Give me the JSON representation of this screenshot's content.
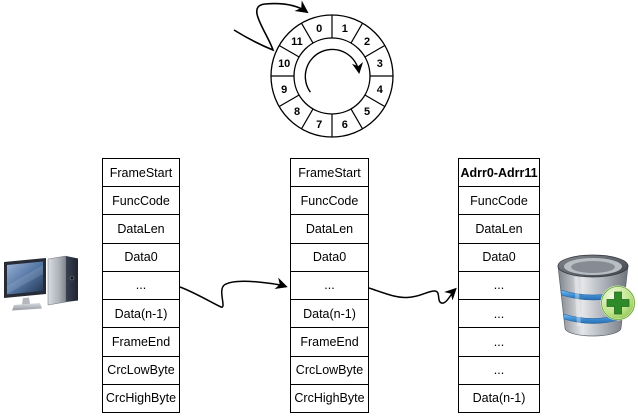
{
  "ring_buffer": {
    "segments": [
      "0",
      "1",
      "2",
      "3",
      "4",
      "5",
      "6",
      "7",
      "8",
      "9",
      "10",
      "11"
    ]
  },
  "frames": [
    {
      "rows": [
        "FrameStart",
        "FuncCode",
        "DataLen",
        "Data0",
        "...",
        "Data(n-1)",
        "FrameEnd",
        "CrcLowByte",
        "CrcHighByte"
      ]
    },
    {
      "rows": [
        "FrameStart",
        "FuncCode",
        "DataLen",
        "Data0",
        "...",
        "Data(n-1)",
        "FrameEnd",
        "CrcLowByte",
        "CrcHighByte"
      ]
    },
    {
      "rows": [
        "Adrr0-Adrr11",
        "FuncCode",
        "DataLen",
        "Data0",
        "...",
        "...",
        "...",
        "...",
        "Data(n-1)"
      ]
    }
  ],
  "icons": {
    "computer": "desktop-computer",
    "database": "database-add"
  },
  "colors": {
    "line": "#000000",
    "screen_blue": "#3c5a82",
    "band_blue": "#4a9ade",
    "badge_green": "#6fb52e"
  }
}
